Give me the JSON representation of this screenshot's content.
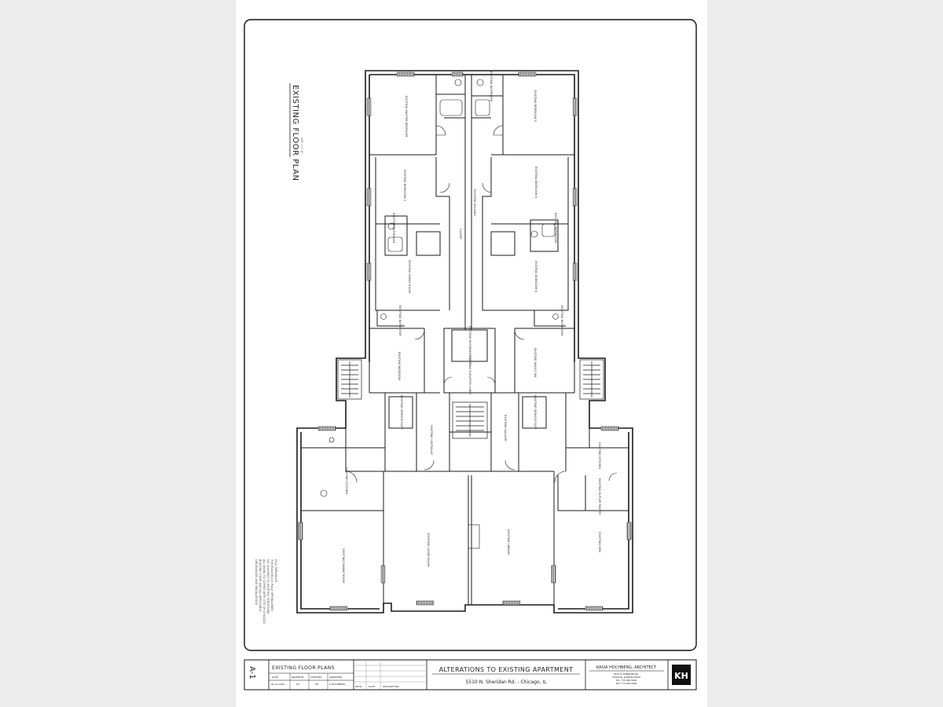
{
  "sheet": {
    "title": "EXISTING FLOOR PLAN",
    "scale": "1/8\" = 1'-0\"",
    "general_notes": [
      "FULL SPRINKLER",
      "THE BUILDING IS FULLY SPRINKLERED",
      "NO CHANGES TO EXISTING STRUCTURE",
      "ALL WORK TO COMPLY WITH CITY OF CHICAGO",
      "BUILDING CODE AND ALL APPLICABLE",
      "ORDINANCES AND REGULATIONS"
    ]
  },
  "rooms": {
    "master_bedroom": "EXISTING MASTER BEDROOM",
    "bedroom_5": "EXISTING BEDROOM 5",
    "bathroom_top": "EXISTING BATHROOM",
    "bedroom_2": "EXISTING BEDROOM 2",
    "bedroom_6": "EXISTING BEDROOM 6",
    "hallway": "EXISTING HALLWAY",
    "closet": "CLOSET",
    "bathroom_left": "EXISTING BATHROOM",
    "bathroom_right": "EXISTING BATHROOM",
    "family_room": "EXISTING FAMILY ROOM",
    "bedroom_4": "EXISTING BEDROOM 4",
    "bath_left_small": "EXISTING BATHROOM",
    "bath_right_small": "EXISTING BATHROOM",
    "passenger_elevator": "EXISTING PASSENGER ELEV.",
    "bedroom_left": "EXISTING BEDROOM",
    "elevator_lobby": "EXISTING ELEVATOR LOBBY",
    "maids_room": "EXISTING MAID'S RM.",
    "service_elev_left": "EXISTING SERVICE ELEV.",
    "service_elev_right": "EXISTING SERVICE ELEV.",
    "vestibule": "EXISTING VESTIBULE",
    "gallery": "EXISTING GALLERY",
    "kitchen_left": "EXISTING KITCHEN",
    "kitchen_right": "EXISTING KITCHEN",
    "butler_pantry": "EXISTING BUTLER PANTRY",
    "dining_room": "EXISTING DINING ROOM",
    "living_room": "EXISTING LIVING ROOM",
    "library": "EXISTING LIBRARY",
    "den": "EXISTING DEN"
  },
  "title_block": {
    "sheet_no": "A-1",
    "sheet_title": "EXISTING FLOOR PLANS",
    "info_headers": [
      "DATE",
      "DRAWN BY",
      "CHECKED",
      "APPROVED"
    ],
    "info_values": [
      "01-12-2021",
      "KS",
      "KH",
      "K.HOCHBERG"
    ],
    "revision_headers": [
      "REV#",
      "DATE",
      "DESCRIPTION"
    ],
    "project_title": "ALTERATIONS TO EXISTING APARTMENT",
    "project_address": "5510 N. Sheridan Rd. - Chicago, IL",
    "architect_name": "KASIA HOCHBERG, ARCHITECT",
    "architect_lines": [
      "5510 N. SHERIDAN RD.",
      "CHICAGO, ILLINOIS 60640",
      "TEL. 773.000.0000",
      "FAX. 773.000.0000"
    ],
    "logo_letters": "KH"
  },
  "colors": {
    "line": "#1a1a1a",
    "hatch": "#6a6a6a",
    "paper": "#ffffff",
    "background": "#ececec"
  }
}
